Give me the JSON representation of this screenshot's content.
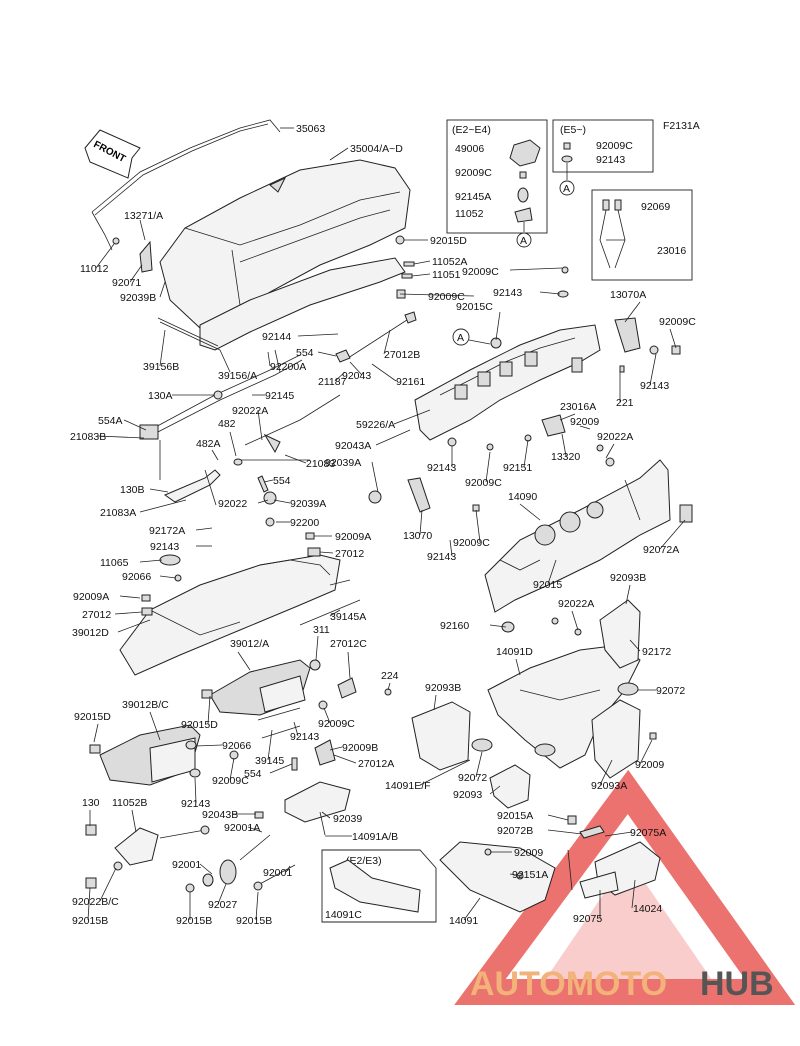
{
  "figure_code": "F2131A",
  "front_arrow_text": "FRONT",
  "callouts": [
    {
      "text": "35063"
    },
    {
      "text": "35004/A~D"
    },
    {
      "text": "13271/A"
    },
    {
      "text": "11012"
    },
    {
      "text": "92071"
    },
    {
      "text": "92039B"
    },
    {
      "text": "39156B"
    },
    {
      "text": "39156/A"
    },
    {
      "text": "92200A"
    },
    {
      "text": "92144"
    },
    {
      "text": "554"
    },
    {
      "text": "27012B"
    },
    {
      "text": "92043"
    },
    {
      "text": "21187"
    },
    {
      "text": "92161"
    },
    {
      "text": "130A"
    },
    {
      "text": "92145"
    },
    {
      "text": "554A"
    },
    {
      "text": "21083B"
    },
    {
      "text": "92022A"
    },
    {
      "text": "482"
    },
    {
      "text": "482A"
    },
    {
      "text": "21083"
    },
    {
      "text": "554"
    },
    {
      "text": "130B"
    },
    {
      "text": "21083A"
    },
    {
      "text": "92022"
    },
    {
      "text": "92039A"
    },
    {
      "text": "92200"
    },
    {
      "text": "92172A"
    },
    {
      "text": "92143"
    },
    {
      "text": "11065"
    },
    {
      "text": "92066"
    },
    {
      "text": "92009A"
    },
    {
      "text": "27012"
    },
    {
      "text": "39012D"
    },
    {
      "text": "92009A"
    },
    {
      "text": "27012"
    },
    {
      "text": "39145A"
    },
    {
      "text": "39012/A"
    },
    {
      "text": "311"
    },
    {
      "text": "27012C"
    },
    {
      "text": "224"
    },
    {
      "text": "92015D"
    },
    {
      "text": "39012B/C"
    },
    {
      "text": "92015D"
    },
    {
      "text": "92066"
    },
    {
      "text": "92009C"
    },
    {
      "text": "92143"
    },
    {
      "text": "92009B"
    },
    {
      "text": "39145"
    },
    {
      "text": "27012A"
    },
    {
      "text": "554"
    },
    {
      "text": "92009C"
    },
    {
      "text": "92143"
    },
    {
      "text": "130"
    },
    {
      "text": "11052B"
    },
    {
      "text": "92043B"
    },
    {
      "text": "92039"
    },
    {
      "text": "92001A"
    },
    {
      "text": "14091A/B"
    },
    {
      "text": "92001"
    },
    {
      "text": "92027"
    },
    {
      "text": "92001"
    },
    {
      "text": "92022B/C"
    },
    {
      "text": "92015B"
    },
    {
      "text": "92015B"
    },
    {
      "text": "92015B"
    },
    {
      "text": "92015D"
    },
    {
      "text": "11052A"
    },
    {
      "text": "11051"
    },
    {
      "text": "92009C"
    },
    {
      "text": "92009C"
    },
    {
      "text": "92143"
    },
    {
      "text": "92015C"
    },
    {
      "text": "13070A"
    },
    {
      "text": "92009C"
    },
    {
      "text": "92143"
    },
    {
      "text": "221"
    },
    {
      "text": "59226/A"
    },
    {
      "text": "23016A"
    },
    {
      "text": "92009"
    },
    {
      "text": "92043A"
    },
    {
      "text": "13320"
    },
    {
      "text": "92022A"
    },
    {
      "text": "92039A"
    },
    {
      "text": "92143"
    },
    {
      "text": "92151"
    },
    {
      "text": "92009C"
    },
    {
      "text": "14090"
    },
    {
      "text": "13070"
    },
    {
      "text": "92009C"
    },
    {
      "text": "92143"
    },
    {
      "text": "92072A"
    },
    {
      "text": "92015"
    },
    {
      "text": "92093B"
    },
    {
      "text": "92022A"
    },
    {
      "text": "92160"
    },
    {
      "text": "92172"
    },
    {
      "text": "14091D"
    },
    {
      "text": "92072"
    },
    {
      "text": "92093B"
    },
    {
      "text": "92072"
    },
    {
      "text": "14091E/F"
    },
    {
      "text": "92093"
    },
    {
      "text": "92093A"
    },
    {
      "text": "92009"
    },
    {
      "text": "92015A"
    },
    {
      "text": "92072B"
    },
    {
      "text": "92075A"
    },
    {
      "text": "92009"
    },
    {
      "text": "92151A"
    },
    {
      "text": "14024"
    },
    {
      "text": "92075"
    },
    {
      "text": "14091"
    },
    {
      "text": "14091C"
    },
    {
      "text": "23016"
    }
  ],
  "inset_e2e4": {
    "title": "(E2~E4)",
    "items": [
      "49006",
      "92009C",
      "92145A",
      "11052"
    ],
    "ref": "A"
  },
  "inset_e5": {
    "title": "(E5~)",
    "items": [
      "92009C",
      "92143"
    ],
    "ref": "A"
  },
  "inset_23016": {
    "items": [
      "92069"
    ],
    "label": "23016"
  },
  "inset_e2e3": {
    "title": "(E2/E3)",
    "label": "14091C"
  },
  "ref_marker": "A",
  "watermark": {
    "text_colored": "AUTOMOTO",
    "text_dark": "HUB",
    "colored_hex": "#f2b27a",
    "dark_hex": "#555555",
    "triangle_hex": "#e85a55"
  }
}
